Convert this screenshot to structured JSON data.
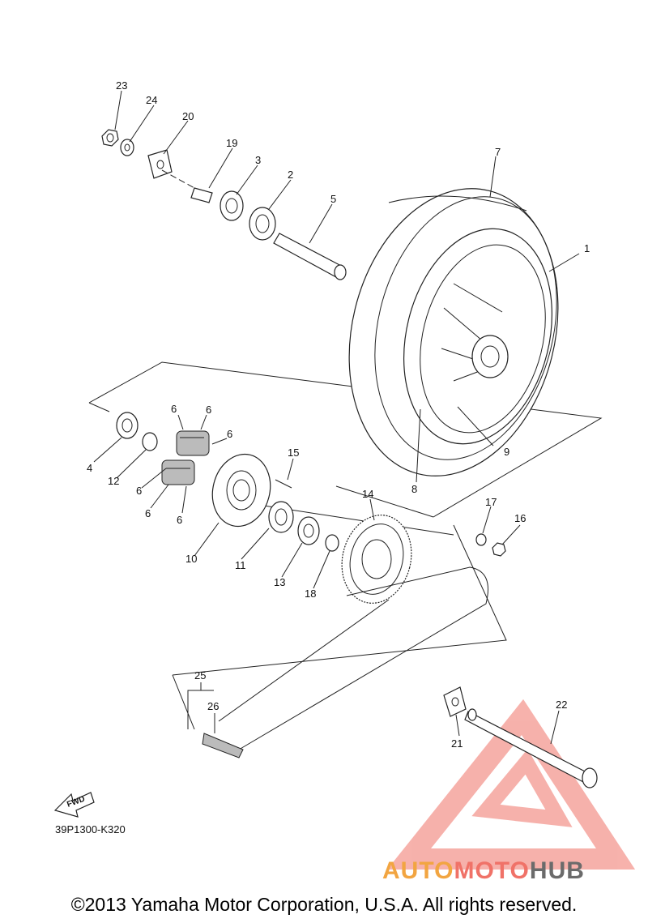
{
  "diagram_code": "39P1300-K320",
  "copyright": "©2013 Yamaha Motor Corporation, U.S.A. All rights reserved.",
  "watermark": {
    "part1": "AUTO",
    "part2": "MOTO",
    "part3": "HUB"
  },
  "fwd_label": "FWD",
  "colors": {
    "watermark_orange": "#f2a541",
    "watermark_red": "#f07268",
    "watermark_gray": "#6b6b6b",
    "line": "#222222"
  },
  "callouts": [
    "1",
    "2",
    "3",
    "4",
    "5",
    "6",
    "7",
    "8",
    "9",
    "10",
    "11",
    "12",
    "13",
    "14",
    "15",
    "16",
    "17",
    "18",
    "19",
    "20",
    "21",
    "22",
    "23",
    "24",
    "25",
    "26"
  ]
}
